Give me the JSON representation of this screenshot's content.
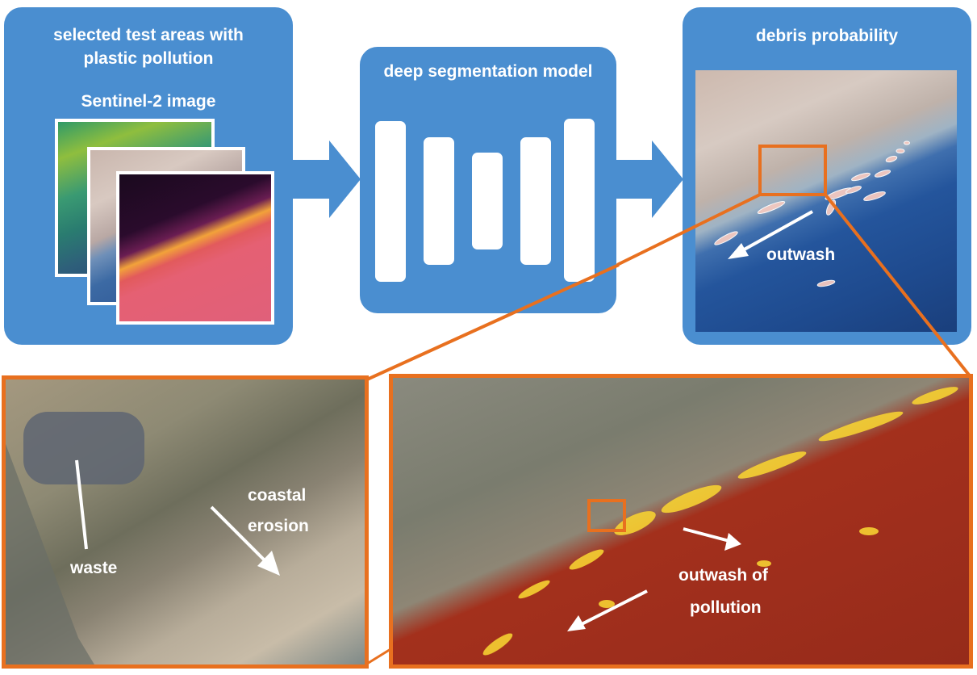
{
  "panels": {
    "input": {
      "title_line1": "selected test areas with",
      "title_line2": "plastic pollution",
      "image_label": "Sentinel-2 image"
    },
    "model": {
      "title": "deep segmentation model"
    },
    "output": {
      "title": "debris probability",
      "arrow_label": "outwash"
    }
  },
  "zoom_left": {
    "label_waste": "waste",
    "label_erosion_line1": "coastal",
    "label_erosion_line2": "erosion"
  },
  "zoom_right": {
    "label_line1": "outwash of",
    "label_line2": "pollution"
  },
  "colors": {
    "panel_blue": "#4a8ed0",
    "accent_orange": "#e8701f",
    "sea_blue": "#1e4d94",
    "probability_red": "#a3301c",
    "probability_yellow": "#f7d233"
  },
  "icons": [
    "arrow-right-icon",
    "arrow-right-icon"
  ]
}
